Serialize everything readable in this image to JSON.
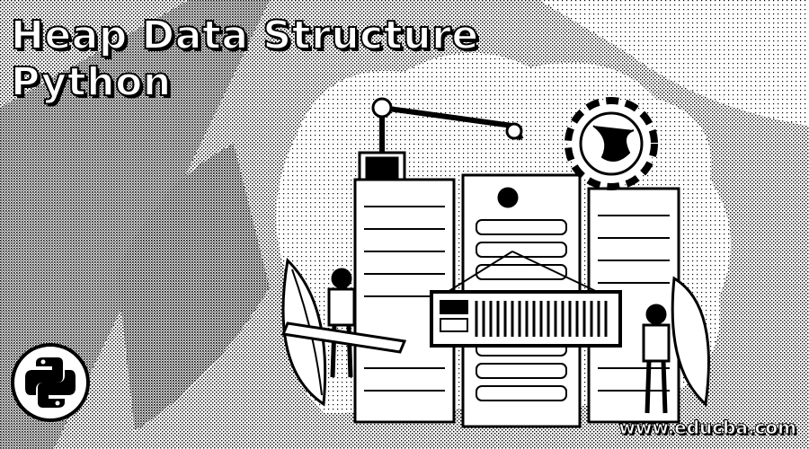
{
  "banner": {
    "title_line1": "Heap Data Structure",
    "title_line2": "Python",
    "website": "www.educba.com",
    "logo_icon": "python-logo-icon",
    "illustration": "server-racks-with-robot-arm-and-gear-globe",
    "colors": {
      "ink": "#000000",
      "paper": "#ffffff"
    }
  }
}
